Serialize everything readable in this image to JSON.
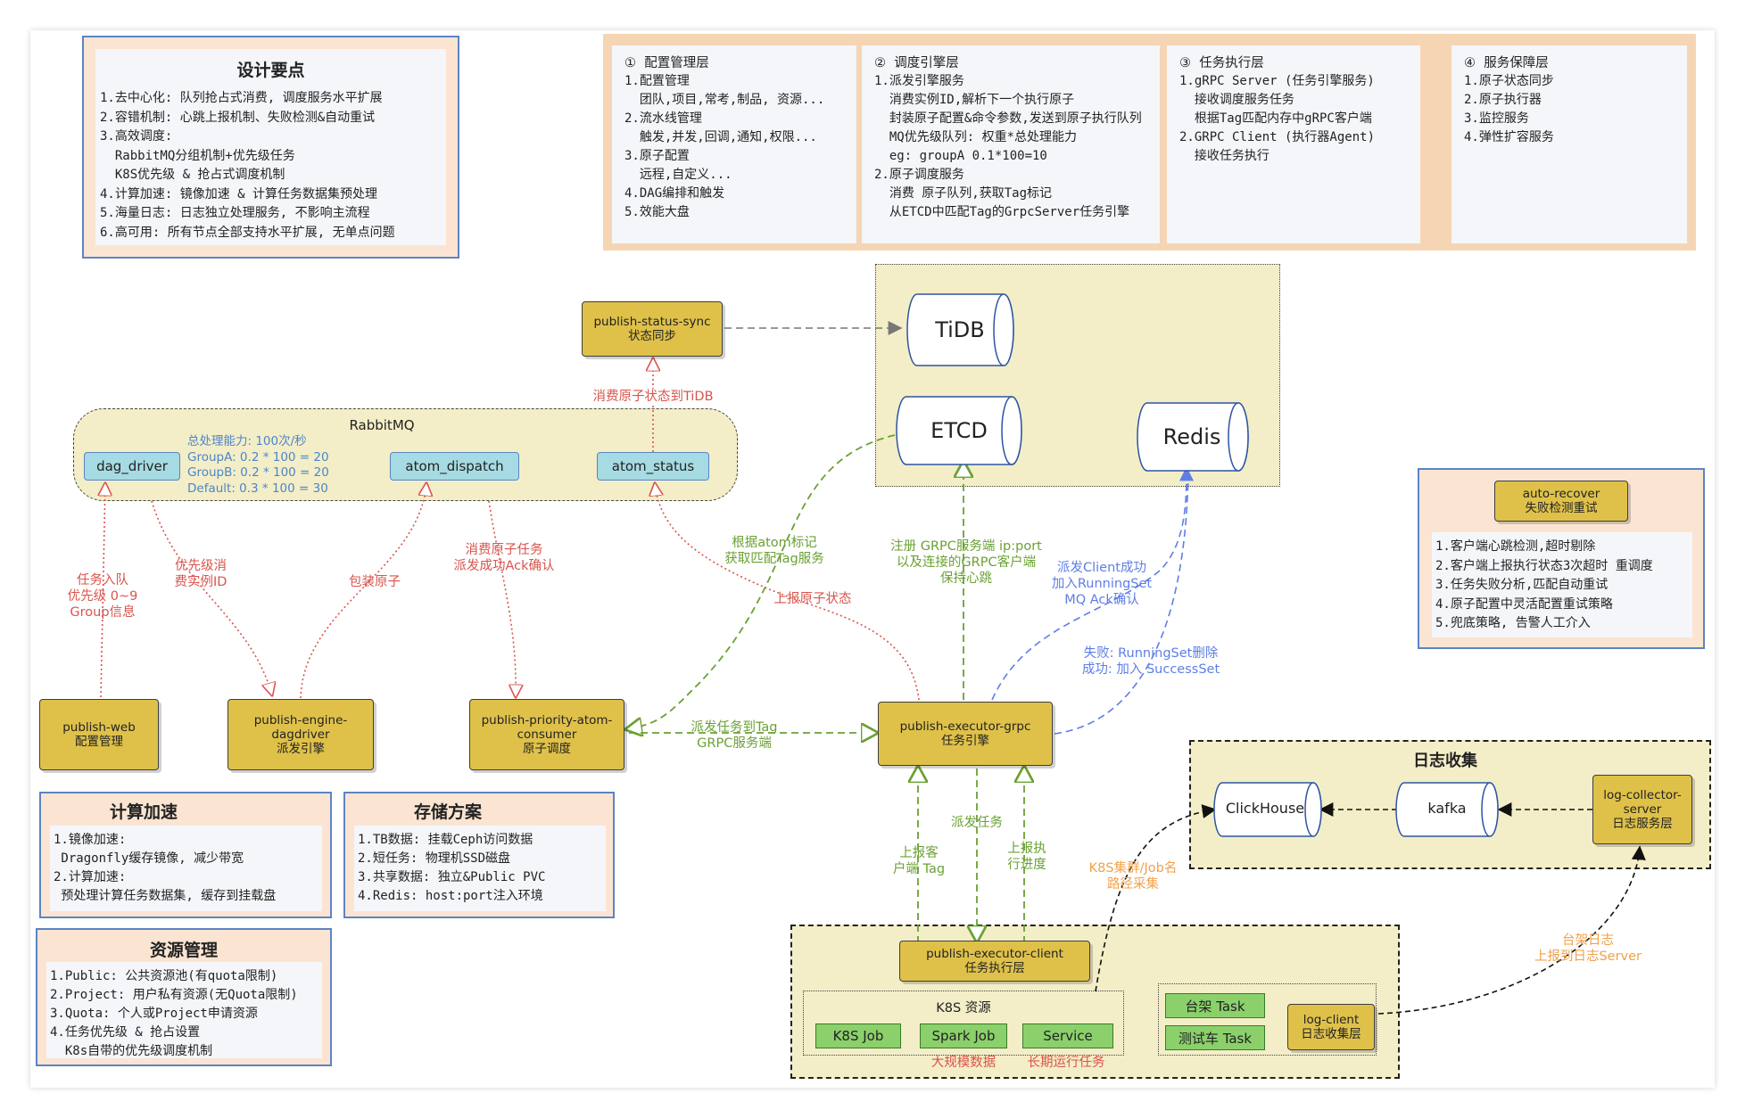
{
  "design": {
    "title": "设计要点",
    "lines": [
      "1.去中心化: 队列抢占式消费, 调度服务水平扩展",
      "2.容错机制: 心跳上报机制、失败检测&自动重试",
      "3.高效调度:",
      "  RabbitMQ分组机制+优先级任务",
      "  K8S优先级 & 抢占式调度机制",
      "4.计算加速: 镜像加速 & 计算任务数据集预处理",
      "5.海量日志: 日志独立处理服务, 不影响主流程",
      "6.高可用: 所有节点全部支持水平扩展, 无单点问题"
    ]
  },
  "layers": [
    {
      "head": "①  配置管理层",
      "lines": [
        "1.配置管理",
        "  团队,项目,常考,制品, 资源...",
        "2.流水线管理",
        "  触发,并发,回调,通知,权限...",
        "3.原子配置",
        "  远程,自定义...",
        "4.DAG编排和触发",
        "5.效能大盘"
      ]
    },
    {
      "head": "②  调度引擎层",
      "lines": [
        "1.派发引擎服务",
        "  消费实例ID,解析下一个执行原子",
        "  封装原子配置&命令参数,发送到原子执行队列",
        "  MQ优先级队列: 权重*总处理能力",
        "  eg: groupA 0.1*100=10",
        "2.原子调度服务",
        "  消费 原子队列,获取Tag标记",
        "  从ETCD中匹配Tag的GrpcServer任务引擎"
      ]
    },
    {
      "head": "③  任务执行层",
      "lines": [
        "1.gRPC Server (任务引擎服务)",
        "  接收调度服务任务",
        "  根据Tag匹配内存中gRPC客户端",
        "2.GRPC Client (执行器Agent)",
        "  接收任务执行"
      ]
    },
    {
      "head": "④  服务保障层",
      "lines": [
        "1.原子状态同步",
        "2.原子执行器",
        "3.监控服务",
        "4.弹性扩容服务"
      ]
    }
  ],
  "compute": {
    "title": "计算加速",
    "lines": [
      "1.镜像加速:",
      " Dragonfly缓存镜像, 减少带宽",
      "2.计算加速:",
      " 预处理计算任务数据集, 缓存到挂载盘"
    ]
  },
  "storage": {
    "title": "存储方案",
    "lines": [
      "1.TB数据: 挂载Ceph访问数据",
      "2.短任务: 物理机SSD磁盘",
      "3.共享数据: 独立&Public PVC",
      "4.Redis: host:port注入环境"
    ]
  },
  "resource": {
    "title": "资源管理",
    "lines": [
      "1.Public: 公共资源池(有quota限制)",
      "2.Project: 用户私有资源(无Quota限制)",
      "3.Quota: 个人或Project申请资源",
      "4.任务优先级 & 抢占设置",
      "  K8s自带的优先级调度机制"
    ]
  },
  "autorecover": {
    "node": {
      "name": "auto-recover",
      "sub": "失败检测重试"
    },
    "lines": [
      "1.客户端心跳检测,超时剔除",
      "2.客户端上报执行状态3次超时 重调度",
      "3.任务失败分析,匹配自动重试",
      "4.原子配置中灵活配置重试策略",
      "5.兜底策略, 告警人工介入"
    ]
  },
  "rabbitmq": {
    "title": "RabbitMQ",
    "queues": {
      "dag": "dag_driver",
      "atom_dispatch": "atom_dispatch",
      "atom_status": "atom_status"
    },
    "capacity": [
      "总处理能力: 100次/秒",
      "GroupA: 0.2 * 100 = 20",
      "GroupB: 0.2 * 100 = 20",
      "Default: 0.3 * 100 = 30"
    ]
  },
  "storage_nodes": {
    "tidb": "TiDB",
    "etcd": "ETCD",
    "redis": "Redis"
  },
  "nodes": {
    "status_sync": {
      "name": "publish-status-sync",
      "sub": "状态同步"
    },
    "web": {
      "name": "publish-web",
      "sub": "配置管理"
    },
    "engine": {
      "name": "publish-engine-",
      "name2": "dagdriver",
      "sub": "派发引擎"
    },
    "priority": {
      "name": "publish-priority-atom-",
      "name2": "consumer",
      "sub": "原子调度"
    },
    "grpc": {
      "name": "publish-executor-grpc",
      "sub": "任务引擎"
    },
    "client": {
      "name": "publish-executor-client",
      "sub": "任务执行层"
    },
    "log_client": {
      "name": "log-client",
      "sub": "日志收集层"
    },
    "log_server": {
      "name": "log-collector-",
      "name2": "server",
      "sub": "日志服务层"
    }
  },
  "log": {
    "title": "日志收集",
    "clickhouse": "ClickHouse",
    "kafka": "kafka"
  },
  "k8s": {
    "title": "K8S 资源",
    "job": "K8S Job",
    "spark": "Spark Job",
    "service": "Service",
    "big": "大规模数据",
    "long": "长期运行任务"
  },
  "tasks": {
    "rack": "台架 Task",
    "car": "测试车 Task"
  },
  "edge_labels": {
    "consume_status": "消费原子状态到TiDB",
    "enqueue": [
      "任务入队",
      "优先级 0~9",
      "Group信息"
    ],
    "priority_consume": [
      "优先级消",
      "费实例ID"
    ],
    "pack": "包装原子",
    "consume_atom": [
      "消费原子任务",
      "派发成功Ack确认"
    ],
    "match_tag": [
      "根据atom标记",
      "获取匹配Tag服务"
    ],
    "report_status": "上报原子状态",
    "register": [
      "注册 GRPC服务端 ip:port",
      "以及连接的GRPC客户端",
      "保持心跳"
    ],
    "dispatch_client": [
      "派发Client成功",
      "加入RunningSet",
      "MQ Ack确认"
    ],
    "fail_success": [
      "失败: RunningSet删除",
      "成功: 加入 SuccessSet"
    ],
    "dispatch_tag": [
      "派发任务到Tag",
      "GRPC服务端"
    ],
    "report_tag": [
      "上报客",
      "户端 Tag"
    ],
    "dispatch_task": "派发任务",
    "report_progress": [
      "上报执",
      "行进度"
    ],
    "k8s_collect": [
      "K8S集群/Job名",
      "路径采集"
    ],
    "rack_log": [
      "台架日志",
      "上报到日志Server"
    ]
  },
  "colors": {
    "node": "#dfc14a",
    "queue": "#a6dbe3",
    "green": "#8bd06b",
    "storage_bg": "#f3eec7",
    "red": "#d9544d",
    "green_edge": "#6aa133",
    "blue_edge": "#5e7ee6",
    "orange": "#f0a14a"
  }
}
